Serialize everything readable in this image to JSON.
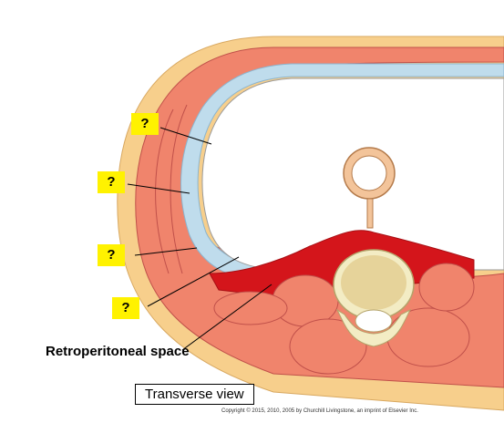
{
  "labels": {
    "unknown_1": "?",
    "unknown_2": "?",
    "unknown_3": "?",
    "unknown_4": "?",
    "retroperitoneal_space": "Retroperitoneal space",
    "view": "Transverse view"
  },
  "copyright": "Copyright © 2015, 2010, 2005 by Churchill Livingstone, an imprint of Elsevier Inc.",
  "colors": {
    "question_box": "#fff200",
    "muscle": "#f0846c",
    "fat": "#f7cf8c",
    "fascia_blue": "#bfdcec",
    "retroperitoneal_fat_red": "#d4151b",
    "bone": "#f3ecc4"
  }
}
